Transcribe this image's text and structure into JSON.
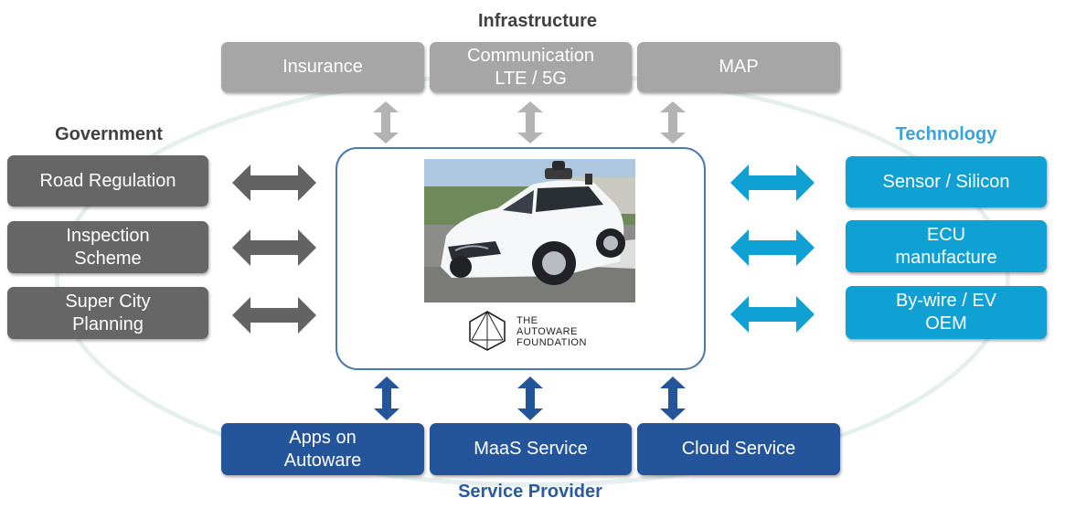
{
  "groups": {
    "infrastructure": {
      "title": "Infrastructure",
      "items": [
        "Insurance",
        "Communication\nLTE / 5G",
        "MAP"
      ]
    },
    "government": {
      "title": "Government",
      "items": [
        "Road Regulation",
        "Inspection\nScheme",
        "Super City\nPlanning"
      ]
    },
    "technology": {
      "title": "Technology",
      "items": [
        "Sensor / Silicon",
        "ECU\nmanufacture",
        "By-wire / EV\nOEM"
      ]
    },
    "service_provider": {
      "title": "Service Provider",
      "items": [
        "Apps on\nAutoware",
        "MaaS Service",
        "Cloud Service"
      ]
    }
  },
  "center": {
    "logo_text": "THE\nAUTOWARE\nFOUNDATION",
    "photo_subject": "autonomous-vehicle-photo"
  },
  "colors": {
    "infrastructure": "#a6a6a6",
    "government": "#666666",
    "technology": "#0fa0d4",
    "service_provider": "#24549a",
    "technology_title": "#3aa3d8",
    "service_provider_title": "#2a5aa0",
    "infrastructure_title": "#404040",
    "government_title": "#404040",
    "ellipse": "#e4efee"
  }
}
